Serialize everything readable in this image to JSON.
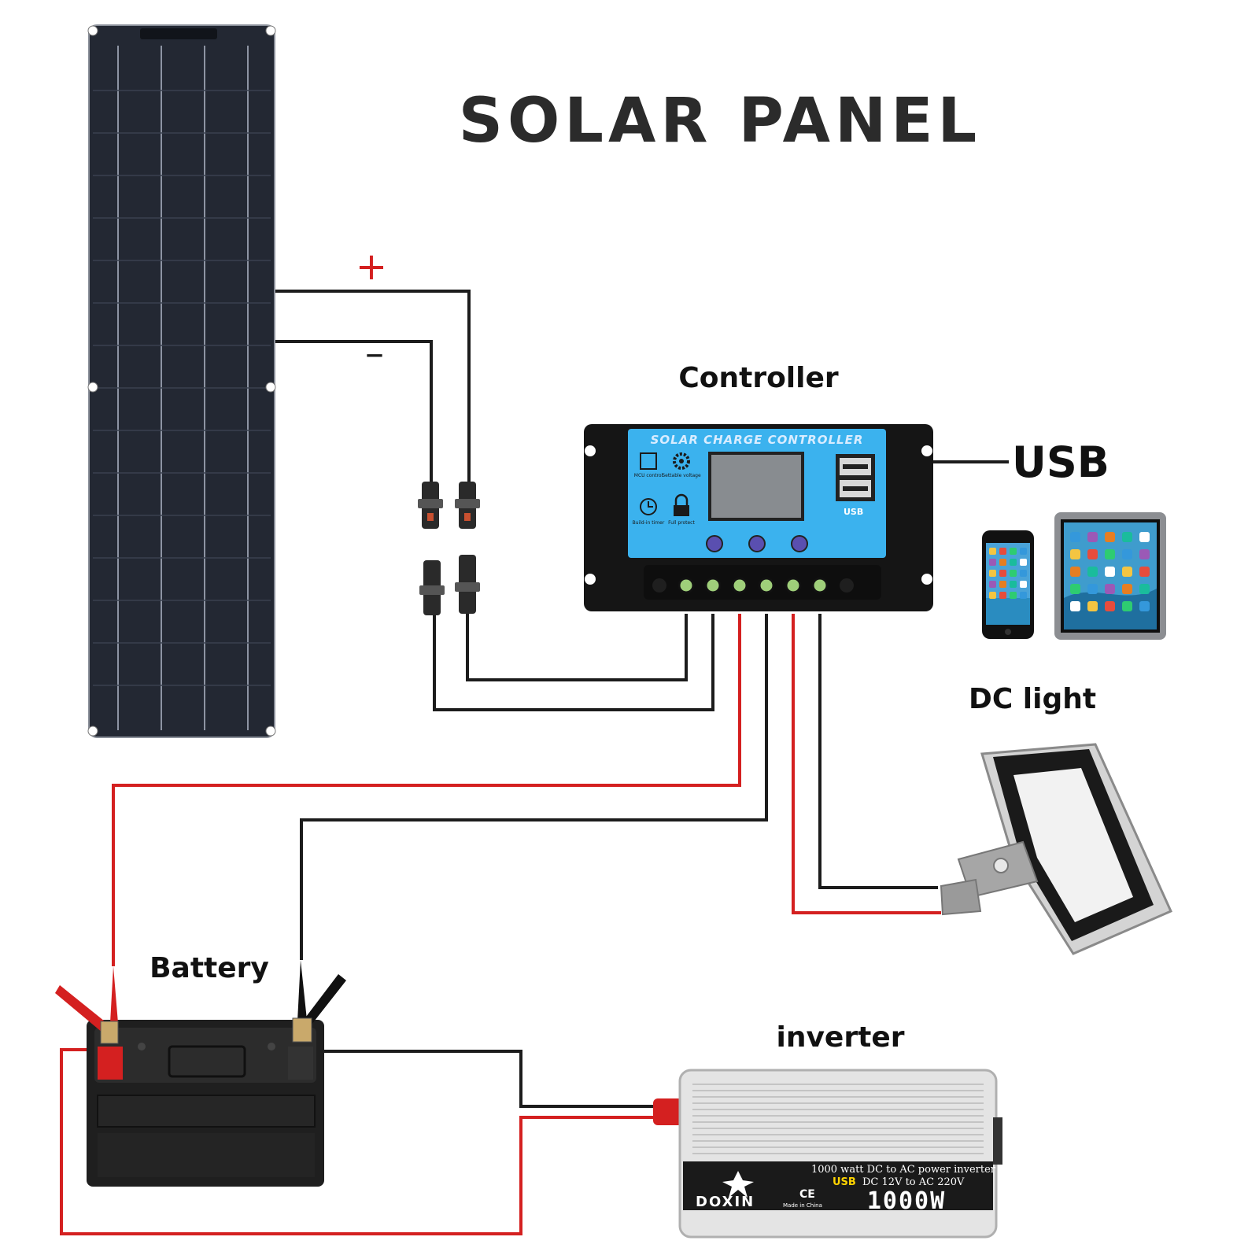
{
  "title": "SOLAR PANEL",
  "labels": {
    "controller": "Controller",
    "usb": "USB",
    "dc_light": "DC light",
    "battery": "Battery",
    "inverter": "inverter"
  },
  "polarity": {
    "plus": "+",
    "minus": "–"
  },
  "controller_panel": {
    "header": "SOLAR CHARGE CONTROLLER",
    "icon_texts": [
      "MCU control",
      "Settable voltage",
      "Build-in timer",
      "Full protect"
    ],
    "usb_badge": "USB"
  },
  "inverter_label": {
    "line1": "1000 watt DC to AC power inverter",
    "usb": "USB",
    "line2": "DC 12V to AC 220V",
    "power": "1000W",
    "brand": "DOXIN",
    "ce": "CE",
    "made_in": "Made in China"
  },
  "colors": {
    "positive_wire": "#d42020",
    "negative_wire": "#1c1c1c",
    "panel_cells": "#2a2f3b",
    "controller_face": "#3bb2ee",
    "controller_body": "#151515"
  },
  "icons": [
    "mcu-icon",
    "gear-icon",
    "clock-icon",
    "lock-icon",
    "smartphone-icon",
    "tablet-icon",
    "flood-light-icon",
    "battery-icon",
    "alligator-clip-icon",
    "inverter-icon",
    "mc4-connector-icon"
  ]
}
